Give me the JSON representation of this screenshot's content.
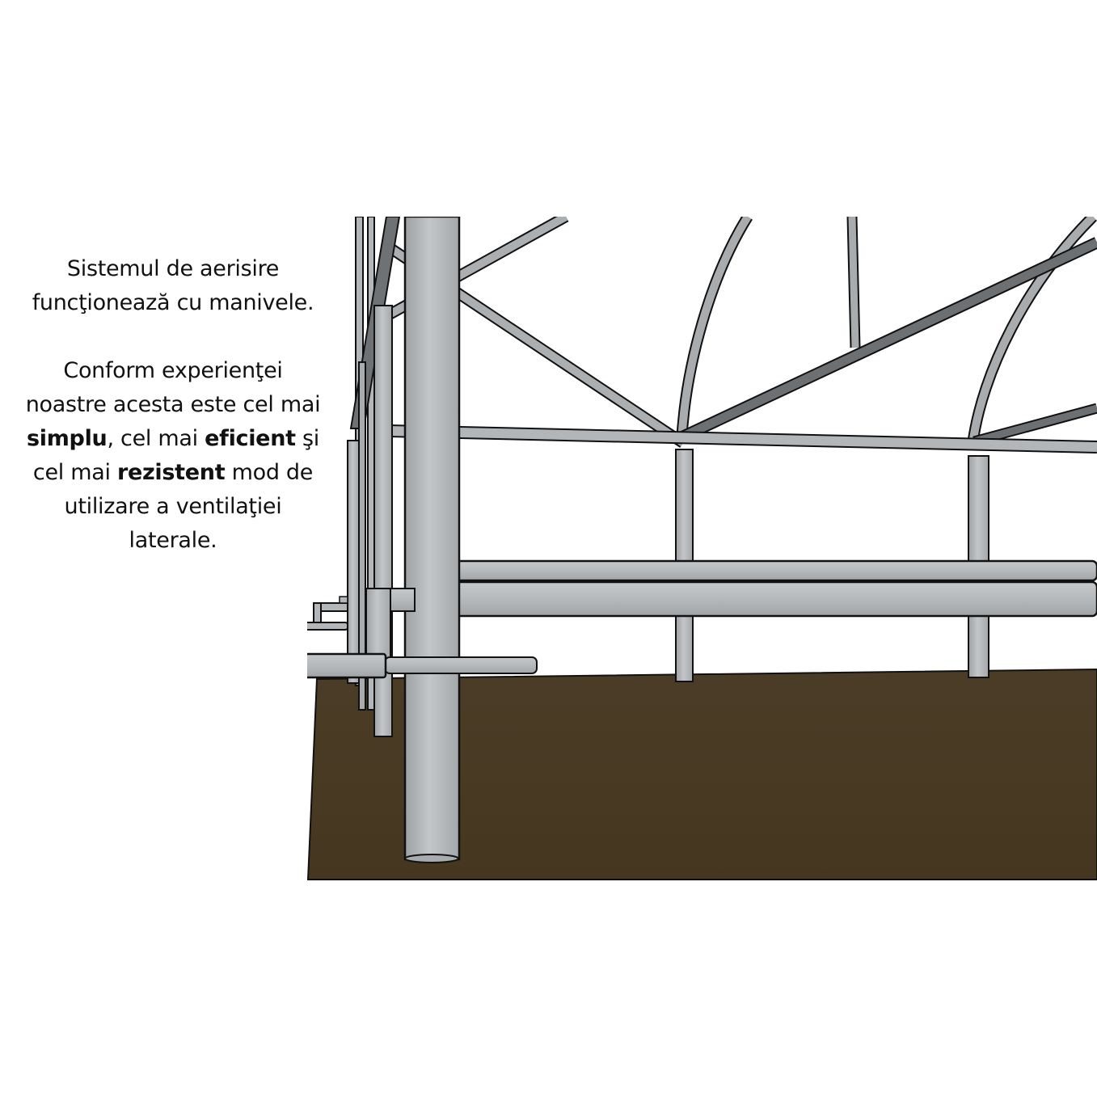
{
  "caption": {
    "paragraph1": {
      "line1": "Sistemul de aerisire",
      "line2": "funcţionează cu manivele."
    },
    "paragraph2": {
      "line1": "Conform experienţei",
      "line2": "noastre acesta este cel mai",
      "line3_bold1": "simplu",
      "line3_mid": ", cel mai ",
      "line3_bold2": "eficient",
      "line3_end": " şi",
      "line4_start": "cel mai ",
      "line4_bold": "rezistent",
      "line4_end": " mod de",
      "line5": "utilizare a ventilaţiei",
      "line6": "laterale."
    }
  },
  "illustration": {
    "subject": "greenhouse-side-ventilation-crank-system",
    "colors": {
      "ground": "#4a3b27",
      "pipe": "#b9bcbe",
      "pipe_dark": "#6f7274",
      "outline": "#111111",
      "background": "#ffffff"
    }
  }
}
